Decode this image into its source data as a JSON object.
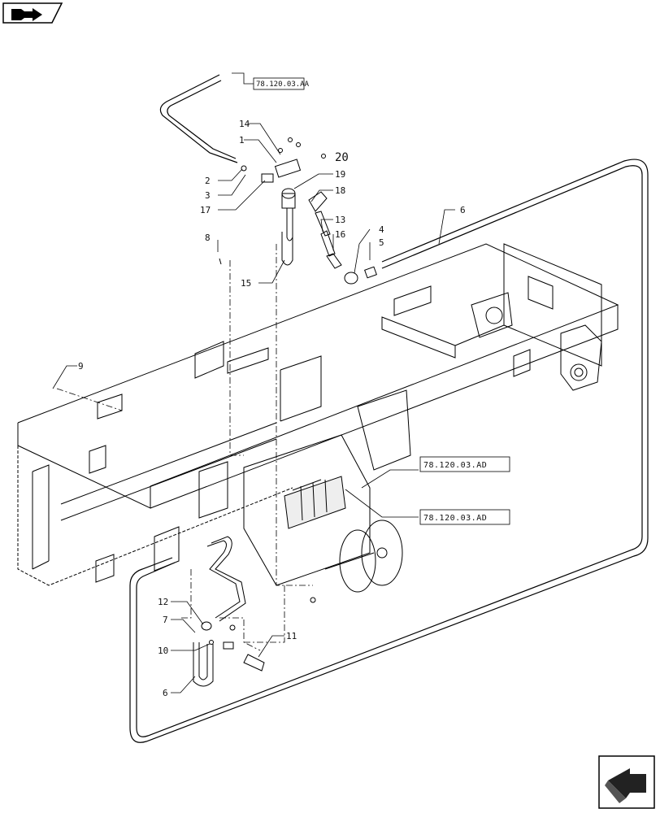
{
  "diagram": {
    "callouts": [
      {
        "id": "c14",
        "text": "14"
      },
      {
        "id": "c1",
        "text": "1"
      },
      {
        "id": "c20",
        "text": "20"
      },
      {
        "id": "c19",
        "text": "19"
      },
      {
        "id": "c18",
        "text": "18"
      },
      {
        "id": "c2",
        "text": "2"
      },
      {
        "id": "c3",
        "text": "3"
      },
      {
        "id": "c17",
        "text": "17"
      },
      {
        "id": "c13",
        "text": "13"
      },
      {
        "id": "c16",
        "text": "16"
      },
      {
        "id": "c4",
        "text": "4"
      },
      {
        "id": "c5",
        "text": "5"
      },
      {
        "id": "c6a",
        "text": "6"
      },
      {
        "id": "c8",
        "text": "8"
      },
      {
        "id": "c15",
        "text": "15"
      },
      {
        "id": "c9",
        "text": "9"
      },
      {
        "id": "c12",
        "text": "12"
      },
      {
        "id": "c7",
        "text": "7"
      },
      {
        "id": "c10",
        "text": "10"
      },
      {
        "id": "c11",
        "text": "11"
      },
      {
        "id": "c6b",
        "text": "6"
      }
    ],
    "references": [
      {
        "id": "ref-top",
        "text": "78.120.03.AA"
      },
      {
        "id": "ref-mid1",
        "text": "78.120.03.AD"
      },
      {
        "id": "ref-mid2",
        "text": "78.120.03.AD"
      }
    ],
    "nav_icons": {
      "top_left": "back-arrow-icon",
      "bottom_right": "next-page-arrow-icon"
    }
  }
}
